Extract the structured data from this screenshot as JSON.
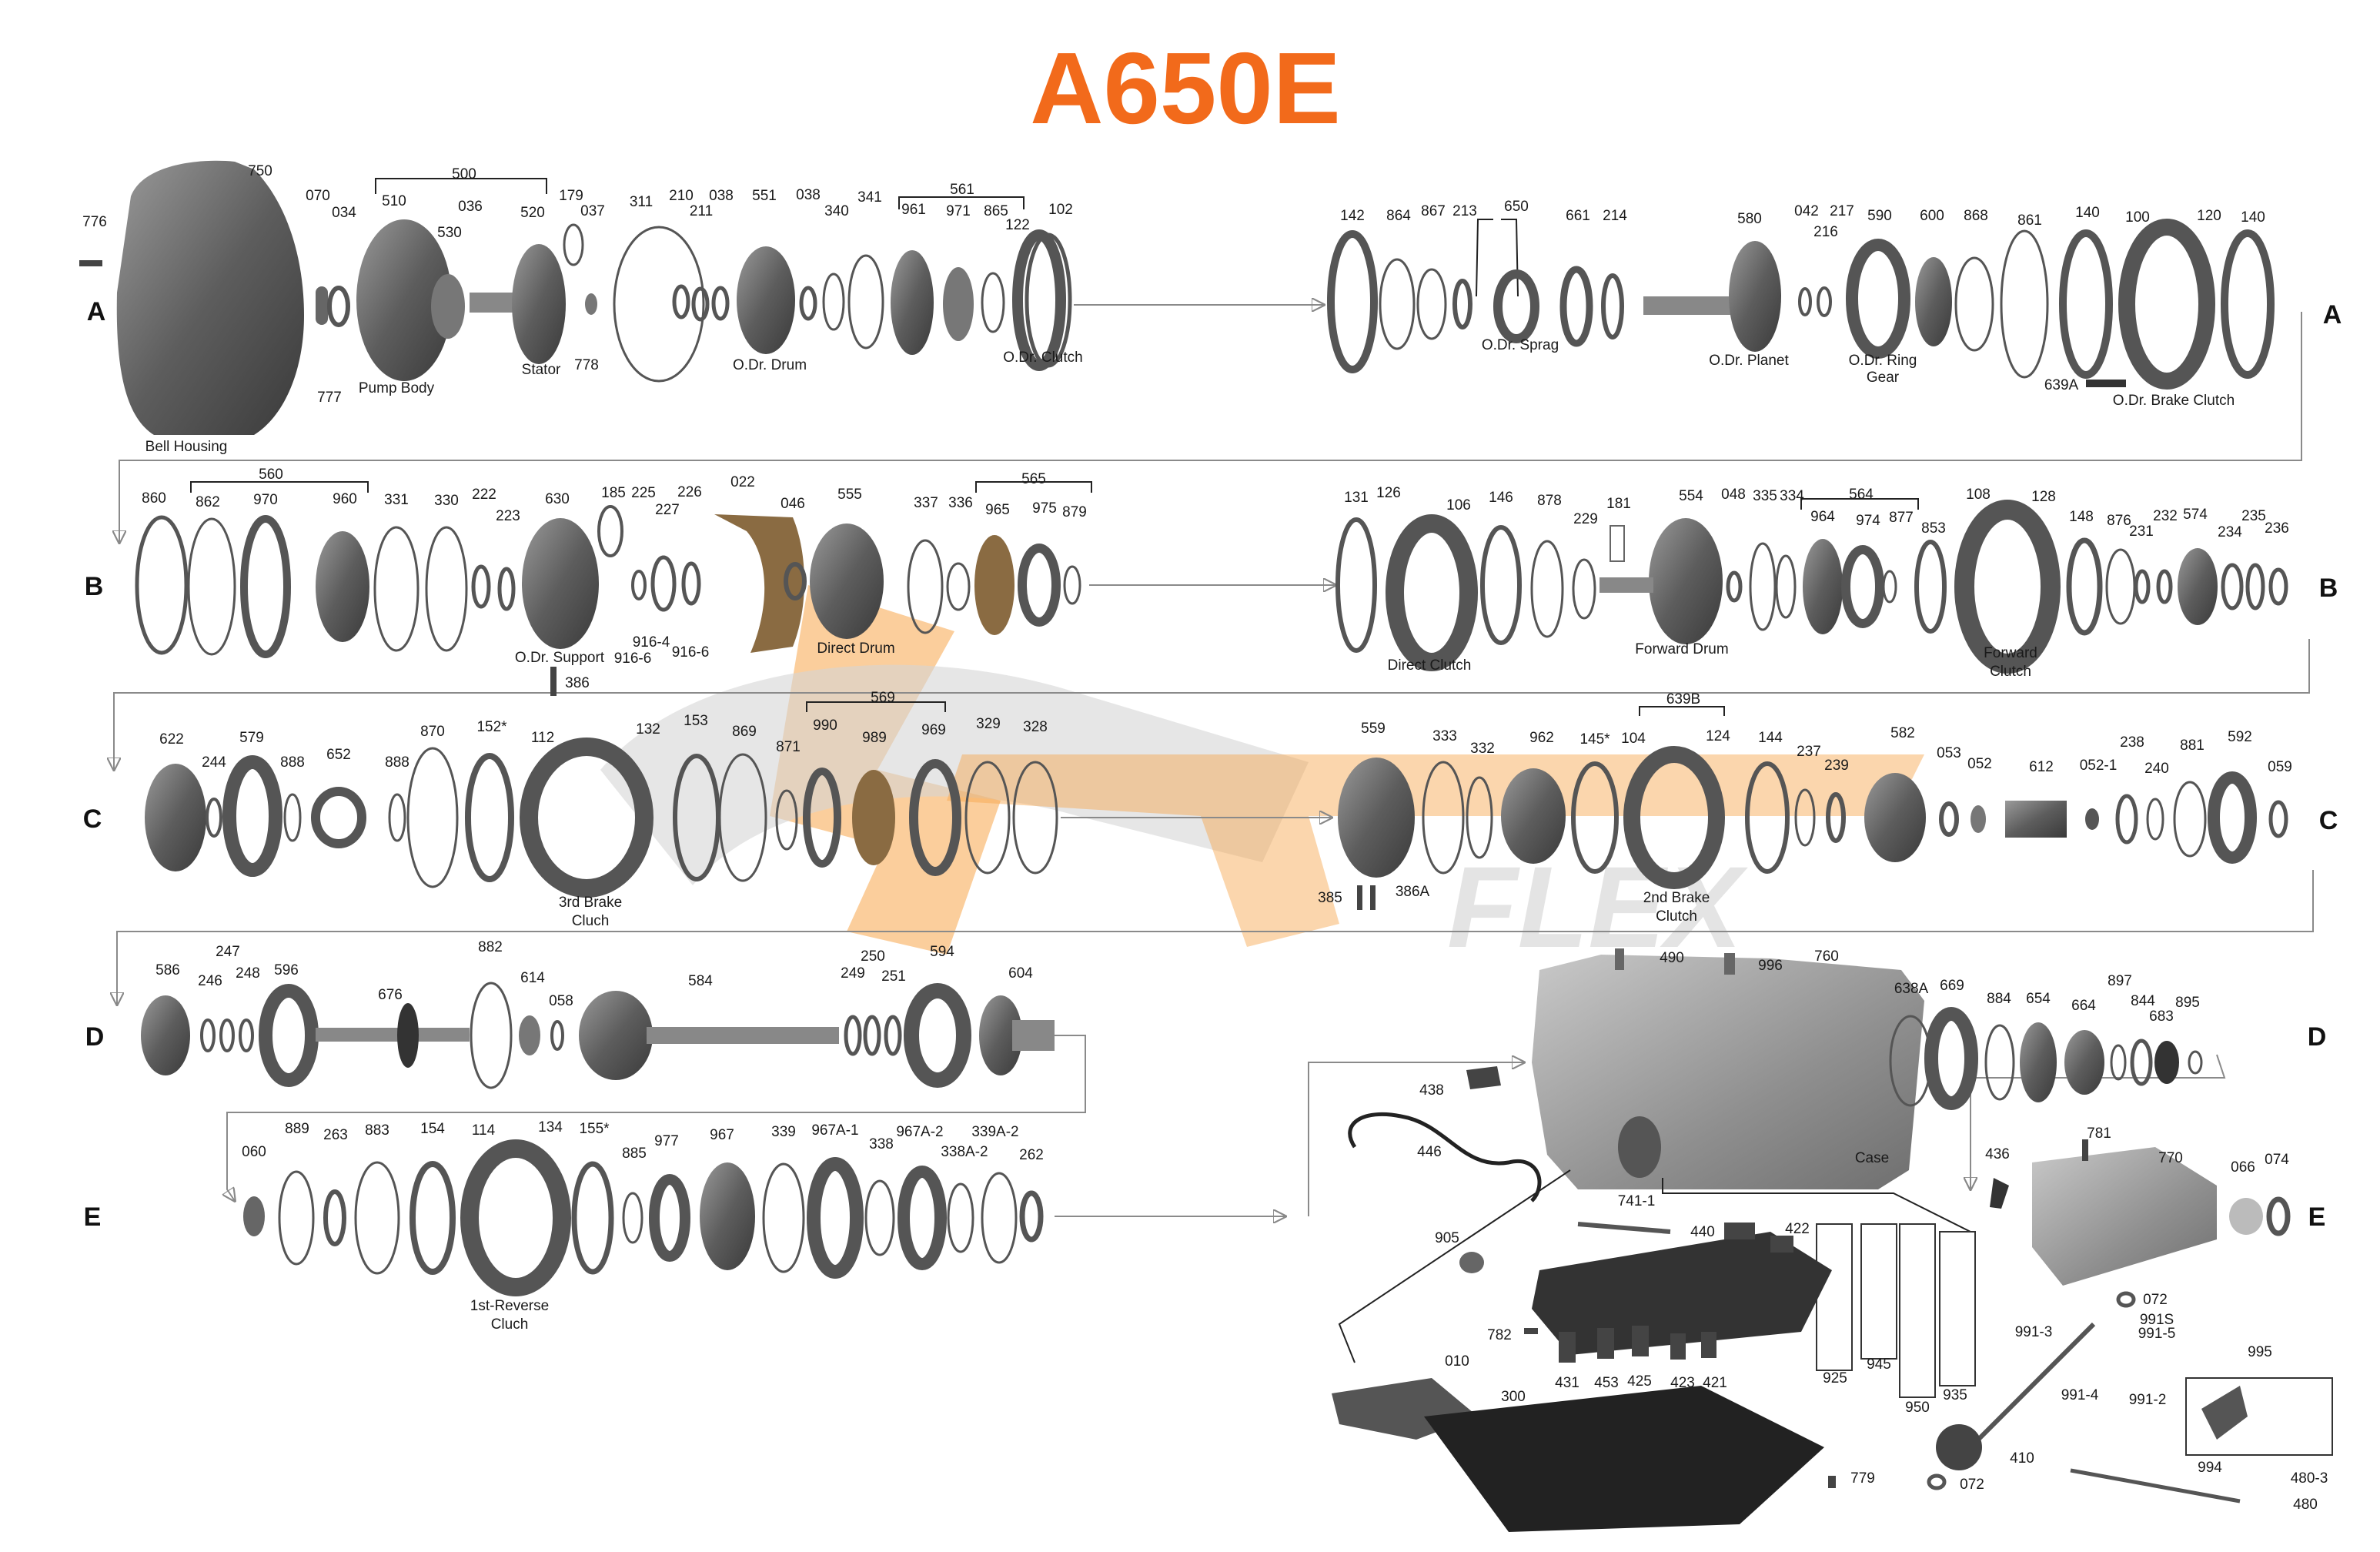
{
  "title": "A650E",
  "colors": {
    "title": "#f26a1b",
    "watermark_orange": "#f7a54a",
    "watermark_gray": "#d5d5d5",
    "part_dark": "#4a4a4a",
    "part_mid": "#8a8a8a",
    "line": "#8a8a8a"
  },
  "watermark": {
    "brand": "FLEX"
  },
  "rows": [
    {
      "id": "A",
      "label_left": "A",
      "label_right": "A"
    },
    {
      "id": "B",
      "label_left": "B",
      "label_right": "B"
    },
    {
      "id": "C",
      "label_left": "C",
      "label_right": "C"
    },
    {
      "id": "D",
      "label_left": "D",
      "label_right": "D"
    },
    {
      "id": "E",
      "label_left": "E",
      "label_right": "E"
    }
  ],
  "labels": [
    {
      "id": "a1",
      "text": "776"
    },
    {
      "id": "a2",
      "text": "750"
    },
    {
      "id": "a3",
      "text": "070"
    },
    {
      "id": "a4",
      "text": "034"
    },
    {
      "id": "a5",
      "text": "500"
    },
    {
      "id": "a6",
      "text": "510"
    },
    {
      "id": "a7",
      "text": "036"
    },
    {
      "id": "a8",
      "text": "530"
    },
    {
      "id": "a9",
      "text": "520"
    },
    {
      "id": "a10",
      "text": "179"
    },
    {
      "id": "a11",
      "text": "037"
    },
    {
      "id": "a12",
      "text": "311"
    },
    {
      "id": "a13",
      "text": "210"
    },
    {
      "id": "a14",
      "text": "211"
    },
    {
      "id": "a15",
      "text": "038"
    },
    {
      "id": "a16",
      "text": "551"
    },
    {
      "id": "a17",
      "text": "038"
    },
    {
      "id": "a18",
      "text": "340"
    },
    {
      "id": "a19",
      "text": "341"
    },
    {
      "id": "a20",
      "text": "561"
    },
    {
      "id": "a21",
      "text": "961"
    },
    {
      "id": "a22",
      "text": "971"
    },
    {
      "id": "a23",
      "text": "865"
    },
    {
      "id": "a24",
      "text": "122"
    },
    {
      "id": "a25",
      "text": "102"
    },
    {
      "id": "a26",
      "text": "777"
    },
    {
      "id": "a27",
      "text": "778"
    },
    {
      "id": "a28",
      "text": "142"
    },
    {
      "id": "a29",
      "text": "864"
    },
    {
      "id": "a30",
      "text": "867"
    },
    {
      "id": "a31",
      "text": "213"
    },
    {
      "id": "a32",
      "text": "650"
    },
    {
      "id": "a33",
      "text": "661"
    },
    {
      "id": "a34",
      "text": "214"
    },
    {
      "id": "a35",
      "text": "580"
    },
    {
      "id": "a36",
      "text": "042"
    },
    {
      "id": "a37",
      "text": "217"
    },
    {
      "id": "a38",
      "text": "216"
    },
    {
      "id": "a39",
      "text": "590"
    },
    {
      "id": "a40",
      "text": "600"
    },
    {
      "id": "a41",
      "text": "868"
    },
    {
      "id": "a42",
      "text": "861"
    },
    {
      "id": "a43",
      "text": "140"
    },
    {
      "id": "a44",
      "text": "100"
    },
    {
      "id": "a45",
      "text": "120"
    },
    {
      "id": "a46",
      "text": "140"
    },
    {
      "id": "a47",
      "text": "639A"
    },
    {
      "id": "b1",
      "text": "860"
    },
    {
      "id": "b2",
      "text": "560"
    },
    {
      "id": "b3",
      "text": "862"
    },
    {
      "id": "b4",
      "text": "970"
    },
    {
      "id": "b5",
      "text": "960"
    },
    {
      "id": "b6",
      "text": "331"
    },
    {
      "id": "b7",
      "text": "330"
    },
    {
      "id": "b8",
      "text": "222"
    },
    {
      "id": "b9",
      "text": "223"
    },
    {
      "id": "b10",
      "text": "630"
    },
    {
      "id": "b11",
      "text": "185"
    },
    {
      "id": "b12",
      "text": "225"
    },
    {
      "id": "b13",
      "text": "227"
    },
    {
      "id": "b14",
      "text": "226"
    },
    {
      "id": "b15",
      "text": "022"
    },
    {
      "id": "b16",
      "text": "046"
    },
    {
      "id": "b17",
      "text": "555"
    },
    {
      "id": "b18",
      "text": "337"
    },
    {
      "id": "b19",
      "text": "336"
    },
    {
      "id": "b20",
      "text": "565"
    },
    {
      "id": "b21",
      "text": "965"
    },
    {
      "id": "b22",
      "text": "975"
    },
    {
      "id": "b23",
      "text": "879"
    },
    {
      "id": "b24",
      "text": "916-4"
    },
    {
      "id": "b25",
      "text": "916-6"
    },
    {
      "id": "b26",
      "text": "916-6"
    },
    {
      "id": "b27",
      "text": "386"
    },
    {
      "id": "b28",
      "text": "131"
    },
    {
      "id": "b29",
      "text": "126"
    },
    {
      "id": "b30",
      "text": "106"
    },
    {
      "id": "b31",
      "text": "146"
    },
    {
      "id": "b32",
      "text": "878"
    },
    {
      "id": "b33",
      "text": "181"
    },
    {
      "id": "b34",
      "text": "229"
    },
    {
      "id": "b35",
      "text": "554"
    },
    {
      "id": "b36",
      "text": "048"
    },
    {
      "id": "b37",
      "text": "335"
    },
    {
      "id": "b38",
      "text": "334"
    },
    {
      "id": "b39",
      "text": "564"
    },
    {
      "id": "b40",
      "text": "964"
    },
    {
      "id": "b41",
      "text": "974"
    },
    {
      "id": "b42",
      "text": "877"
    },
    {
      "id": "b43",
      "text": "853"
    },
    {
      "id": "b44",
      "text": "108"
    },
    {
      "id": "b45",
      "text": "128"
    },
    {
      "id": "b46",
      "text": "148"
    },
    {
      "id": "b47",
      "text": "876"
    },
    {
      "id": "b48",
      "text": "231"
    },
    {
      "id": "b49",
      "text": "232"
    },
    {
      "id": "b50",
      "text": "574"
    },
    {
      "id": "b51",
      "text": "234"
    },
    {
      "id": "b52",
      "text": "235"
    },
    {
      "id": "b53",
      "text": "236"
    },
    {
      "id": "c1",
      "text": "622"
    },
    {
      "id": "c2",
      "text": "579"
    },
    {
      "id": "c3",
      "text": "244"
    },
    {
      "id": "c4",
      "text": "888"
    },
    {
      "id": "c5",
      "text": "652"
    },
    {
      "id": "c6",
      "text": "888"
    },
    {
      "id": "c7",
      "text": "870"
    },
    {
      "id": "c8",
      "text": "152*"
    },
    {
      "id": "c9",
      "text": "112"
    },
    {
      "id": "c10",
      "text": "132"
    },
    {
      "id": "c11",
      "text": "153"
    },
    {
      "id": "c12",
      "text": "869"
    },
    {
      "id": "c13",
      "text": "871"
    },
    {
      "id": "c14",
      "text": "569"
    },
    {
      "id": "c15",
      "text": "990"
    },
    {
      "id": "c16",
      "text": "989"
    },
    {
      "id": "c17",
      "text": "969"
    },
    {
      "id": "c18",
      "text": "329"
    },
    {
      "id": "c19",
      "text": "328"
    },
    {
      "id": "c20",
      "text": "559"
    },
    {
      "id": "c21",
      "text": "333"
    },
    {
      "id": "c22",
      "text": "332"
    },
    {
      "id": "c23",
      "text": "962"
    },
    {
      "id": "c24",
      "text": "145*"
    },
    {
      "id": "c25",
      "text": "639B"
    },
    {
      "id": "c26",
      "text": "104"
    },
    {
      "id": "c27",
      "text": "124"
    },
    {
      "id": "c28",
      "text": "144"
    },
    {
      "id": "c29",
      "text": "237"
    },
    {
      "id": "c30",
      "text": "239"
    },
    {
      "id": "c31",
      "text": "582"
    },
    {
      "id": "c32",
      "text": "053"
    },
    {
      "id": "c33",
      "text": "052"
    },
    {
      "id": "c34",
      "text": "612"
    },
    {
      "id": "c35",
      "text": "052-1"
    },
    {
      "id": "c36",
      "text": "238"
    },
    {
      "id": "c37",
      "text": "240"
    },
    {
      "id": "c38",
      "text": "881"
    },
    {
      "id": "c39",
      "text": "592"
    },
    {
      "id": "c40",
      "text": "059"
    },
    {
      "id": "c41",
      "text": "385"
    },
    {
      "id": "c42",
      "text": "386A"
    },
    {
      "id": "d1",
      "text": "586"
    },
    {
      "id": "d2",
      "text": "246"
    },
    {
      "id": "d3",
      "text": "247"
    },
    {
      "id": "d4",
      "text": "248"
    },
    {
      "id": "d5",
      "text": "596"
    },
    {
      "id": "d6",
      "text": "676"
    },
    {
      "id": "d7",
      "text": "882"
    },
    {
      "id": "d8",
      "text": "614"
    },
    {
      "id": "d9",
      "text": "058"
    },
    {
      "id": "d10",
      "text": "584"
    },
    {
      "id": "d11",
      "text": "249"
    },
    {
      "id": "d12",
      "text": "250"
    },
    {
      "id": "d13",
      "text": "251"
    },
    {
      "id": "d14",
      "text": "594"
    },
    {
      "id": "d15",
      "text": "604"
    },
    {
      "id": "d16",
      "text": "490"
    },
    {
      "id": "d17",
      "text": "996"
    },
    {
      "id": "d18",
      "text": "760"
    },
    {
      "id": "d19",
      "text": "638A"
    },
    {
      "id": "d20",
      "text": "669"
    },
    {
      "id": "d21",
      "text": "884"
    },
    {
      "id": "d22",
      "text": "654"
    },
    {
      "id": "d23",
      "text": "664"
    },
    {
      "id": "d24",
      "text": "897"
    },
    {
      "id": "d25",
      "text": "844"
    },
    {
      "id": "d26",
      "text": "895"
    },
    {
      "id": "d27",
      "text": "683"
    },
    {
      "id": "d28",
      "text": "438"
    },
    {
      "id": "d29",
      "text": "446"
    },
    {
      "id": "e1",
      "text": "060"
    },
    {
      "id": "e2",
      "text": "889"
    },
    {
      "id": "e3",
      "text": "263"
    },
    {
      "id": "e4",
      "text": "883"
    },
    {
      "id": "e5",
      "text": "154"
    },
    {
      "id": "e6",
      "text": "114"
    },
    {
      "id": "e7",
      "text": "134"
    },
    {
      "id": "e8",
      "text": "155*"
    },
    {
      "id": "e9",
      "text": "885"
    },
    {
      "id": "e10",
      "text": "977"
    },
    {
      "id": "e11",
      "text": "967"
    },
    {
      "id": "e12",
      "text": "339"
    },
    {
      "id": "e13",
      "text": "967A-1"
    },
    {
      "id": "e14",
      "text": "338"
    },
    {
      "id": "e15",
      "text": "967A-2"
    },
    {
      "id": "e16",
      "text": "338A-2"
    },
    {
      "id": "e17",
      "text": "339A-2"
    },
    {
      "id": "e18",
      "text": "262"
    },
    {
      "id": "e19",
      "text": "436"
    },
    {
      "id": "e20",
      "text": "781"
    },
    {
      "id": "e21",
      "text": "770"
    },
    {
      "id": "e22",
      "text": "066"
    },
    {
      "id": "e23",
      "text": "074"
    },
    {
      "id": "e24",
      "text": "741-1"
    },
    {
      "id": "e25",
      "text": "440"
    },
    {
      "id": "e26",
      "text": "422"
    },
    {
      "id": "e27",
      "text": "905"
    },
    {
      "id": "e28",
      "text": "782"
    },
    {
      "id": "e29",
      "text": "431"
    },
    {
      "id": "e30",
      "text": "453"
    },
    {
      "id": "e31",
      "text": "425"
    },
    {
      "id": "e32",
      "text": "423"
    },
    {
      "id": "e33",
      "text": "421"
    },
    {
      "id": "e34",
      "text": "010"
    },
    {
      "id": "e35",
      "text": "300"
    },
    {
      "id": "e36",
      "text": "925"
    },
    {
      "id": "e37",
      "text": "945"
    },
    {
      "id": "e38",
      "text": "950"
    },
    {
      "id": "e39",
      "text": "935"
    },
    {
      "id": "e40",
      "text": "072"
    },
    {
      "id": "e41",
      "text": "991S"
    },
    {
      "id": "e42",
      "text": "991-3"
    },
    {
      "id": "e43",
      "text": "991-5"
    },
    {
      "id": "e44",
      "text": "995"
    },
    {
      "id": "e45",
      "text": "991-4"
    },
    {
      "id": "e46",
      "text": "991-2"
    },
    {
      "id": "e47",
      "text": "410"
    },
    {
      "id": "e48",
      "text": "072"
    },
    {
      "id": "e49",
      "text": "994"
    },
    {
      "id": "e50",
      "text": "480-3"
    },
    {
      "id": "e51",
      "text": "480"
    },
    {
      "id": "e52",
      "text": "779"
    }
  ],
  "names": [
    {
      "id": "n1",
      "text": "Bell Housing"
    },
    {
      "id": "n2",
      "text": "Pump Body"
    },
    {
      "id": "n3",
      "text": "Stator"
    },
    {
      "id": "n4",
      "text": "O.Dr. Drum"
    },
    {
      "id": "n5",
      "text": "O.Dr. Clutch"
    },
    {
      "id": "n6",
      "text": "O.Dr. Sprag"
    },
    {
      "id": "n7",
      "text": "O.Dr. Planet"
    },
    {
      "id": "n8",
      "text": "O.Dr. Ring"
    },
    {
      "id": "n9",
      "text": "Gear"
    },
    {
      "id": "n10",
      "text": "O.Dr. Brake Clutch"
    },
    {
      "id": "n11",
      "text": "O.Dr. Support"
    },
    {
      "id": "n12",
      "text": "Direct Drum"
    },
    {
      "id": "n13",
      "text": "Direct Clutch"
    },
    {
      "id": "n14",
      "text": "Forward Drum"
    },
    {
      "id": "n15",
      "text": "Forward"
    },
    {
      "id": "n16",
      "text": "Clutch"
    },
    {
      "id": "n17",
      "text": "3rd Brake"
    },
    {
      "id": "n18",
      "text": "Cluch"
    },
    {
      "id": "n19",
      "text": "2nd Brake"
    },
    {
      "id": "n20",
      "text": "Clutch"
    },
    {
      "id": "n21",
      "text": "1st-Reverse"
    },
    {
      "id": "n22",
      "text": "Cluch"
    },
    {
      "id": "n23",
      "text": "Case"
    }
  ]
}
